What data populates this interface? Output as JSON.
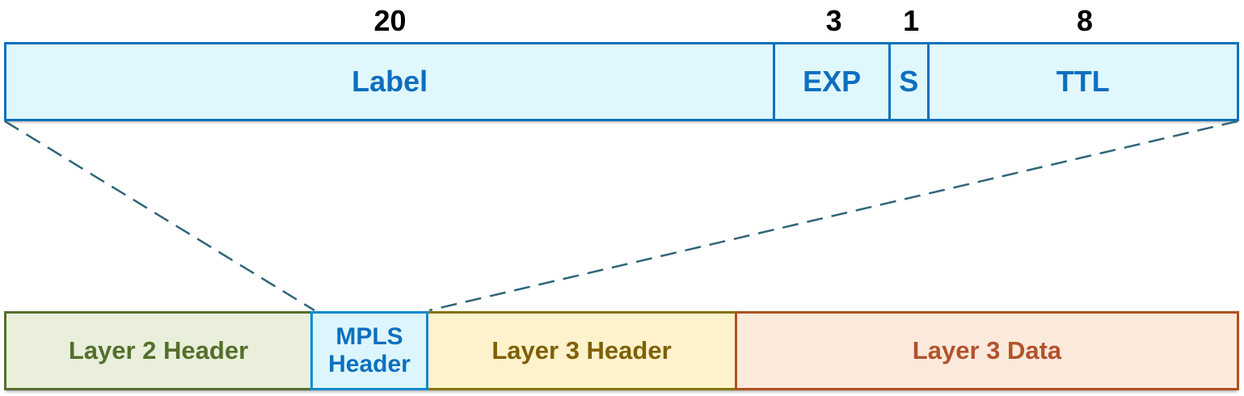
{
  "colors": {
    "top-border": "#0b72bc",
    "top-fill": "#e0f8fd",
    "blue-text": "#0d6fc0",
    "mpls-border": "#0b8ad0",
    "mpls-fill": "#ddf6fd",
    "layer2-fill": "#e9efdb",
    "layer2-border": "#54702c",
    "layer2-text": "#546f2b",
    "layer3h-fill": "#fdf2cc",
    "layer3h-border": "#857409",
    "layer3h-text": "#7f6000",
    "layer3d-fill": "#fbe9dc",
    "layer3d-border": "#b0511e",
    "layer3d-text": "#b2532b",
    "dash-line": "#2f6579",
    "number-text": "#000000"
  },
  "mpls_header_fields": {
    "fields": [
      {
        "label": "Label",
        "bits": "20"
      },
      {
        "label": "EXP",
        "bits": "3"
      },
      {
        "label": "S",
        "bits": "1"
      },
      {
        "label": "TTL",
        "bits": "8"
      }
    ]
  },
  "packet_layout": {
    "segments": [
      {
        "label": "Layer 2 Header"
      },
      {
        "label": "MPLS Header",
        "line1": "MPLS",
        "line2": "Header"
      },
      {
        "label": "Layer 3 Header"
      },
      {
        "label": "Layer 3 Data"
      }
    ]
  }
}
